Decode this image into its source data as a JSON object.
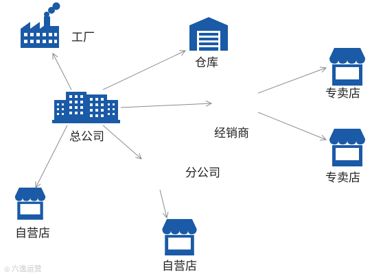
{
  "nodes": {
    "factory": "工厂",
    "warehouse": "仓库",
    "head_office": "总公司",
    "distributor": "经销商",
    "branch_office": "分公司",
    "store_a": "专卖店",
    "store_b": "专卖店",
    "self_store_left": "自营店",
    "self_store_bottom": "自营店"
  },
  "watermark": "六逸运营",
  "colors": {
    "icon": "#1a5aa6",
    "arrow": "#8a8a8a",
    "text": "#222222"
  },
  "icons": {
    "factory": "factory-icon",
    "warehouse": "warehouse-icon",
    "head_office": "office-building-icon",
    "store": "storefront-icon"
  }
}
